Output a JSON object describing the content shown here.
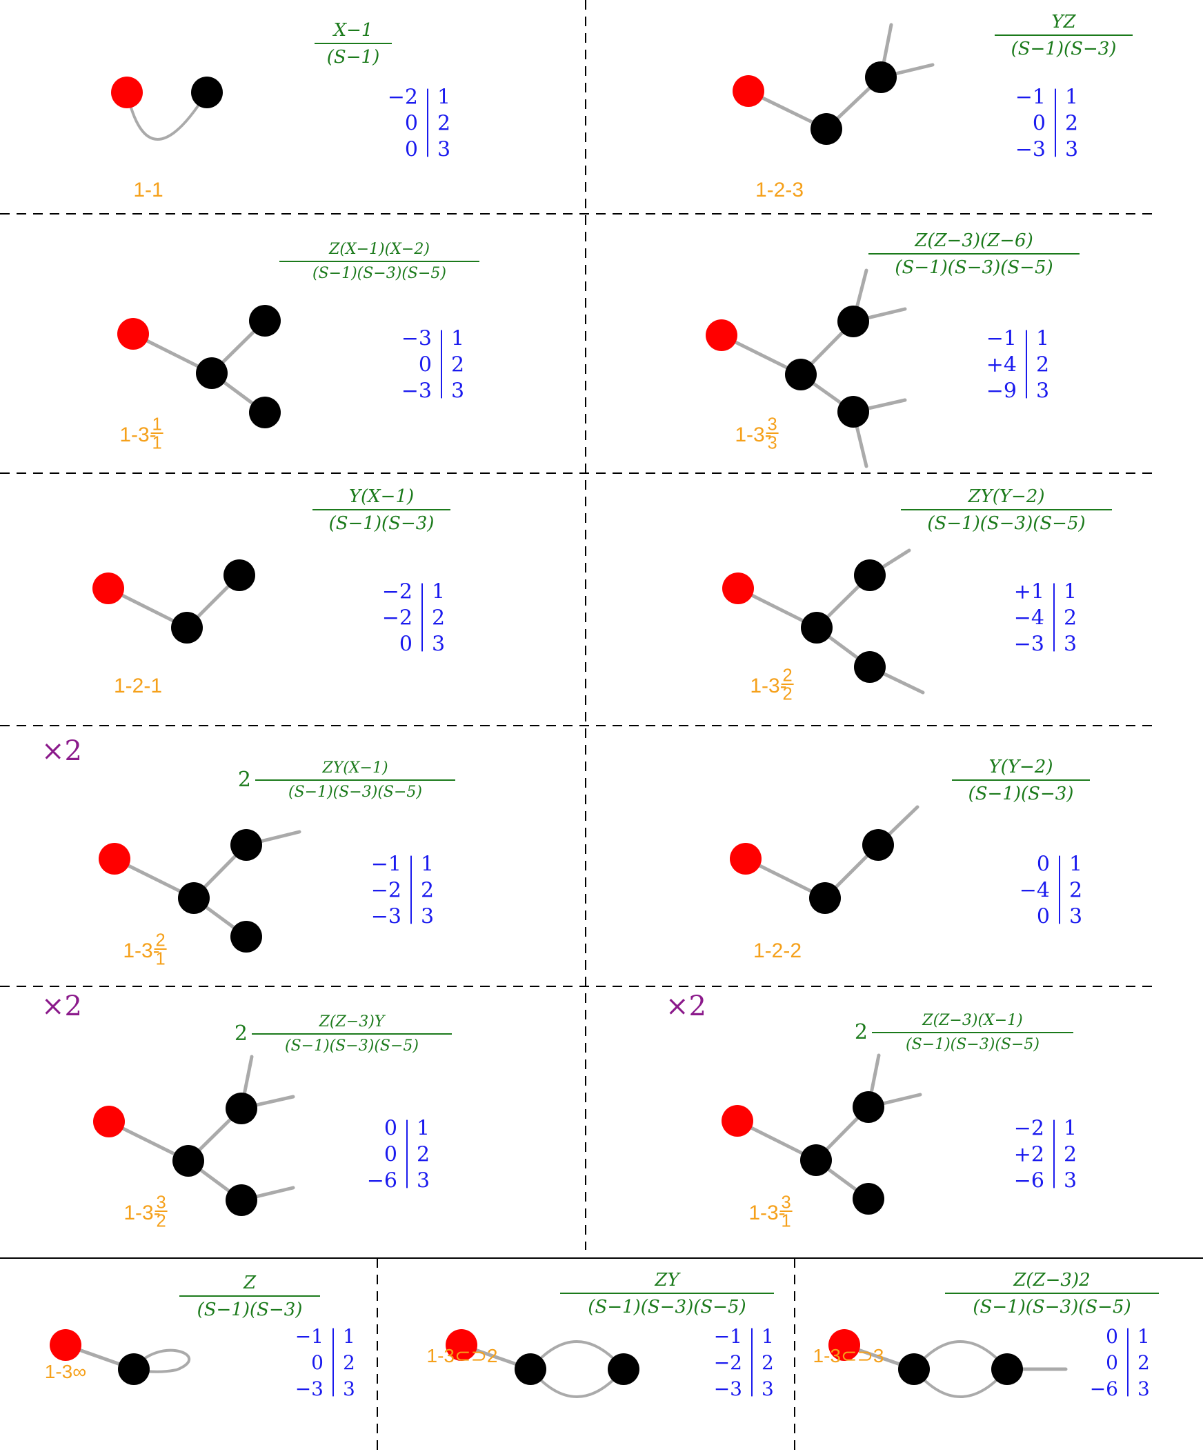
{
  "colors": {
    "formula": "#1b7a1b",
    "label": "#f5a01a",
    "table": "#1a1aee",
    "multiplier": "#8b1a8b",
    "edge": "#aaaaaa",
    "root": "#ff0000",
    "node": "#000000",
    "divider": "#000000"
  },
  "panels": [
    {
      "id": "1-1",
      "label": {
        "main": "1-1",
        "top": "",
        "bottom": ""
      },
      "multiplier": "",
      "formula": {
        "prefix": "",
        "num": "X−1",
        "den": "(S−1)"
      },
      "table": [
        [
          "−2",
          "1"
        ],
        [
          "0",
          "2"
        ],
        [
          "0",
          "3"
        ]
      ]
    },
    {
      "id": "1-2-3",
      "label": {
        "main": "1-2-3",
        "top": "",
        "bottom": ""
      },
      "multiplier": "",
      "formula": {
        "prefix": "",
        "num": "YZ",
        "den": "(S−1)(S−3)"
      },
      "table": [
        [
          "−1",
          "1"
        ],
        [
          "0",
          "2"
        ],
        [
          "−3",
          "3"
        ]
      ]
    },
    {
      "id": "1-3-1-1",
      "label": {
        "main": "1-3-",
        "top": "1",
        "bottom": "1"
      },
      "multiplier": "",
      "formula": {
        "prefix": "",
        "num": "Z(X−1)(X−2)",
        "den": "(S−1)(S−3)(S−5)"
      },
      "table": [
        [
          "−3",
          "1"
        ],
        [
          "0",
          "2"
        ],
        [
          "−3",
          "3"
        ]
      ]
    },
    {
      "id": "1-3-3-3",
      "label": {
        "main": "1-3-",
        "top": "3",
        "bottom": "3"
      },
      "multiplier": "",
      "formula": {
        "prefix": "",
        "num": "Z(Z−3)(Z−6)",
        "den": "(S−1)(S−3)(S−5)"
      },
      "table": [
        [
          "−1",
          "1"
        ],
        [
          "+4",
          "2"
        ],
        [
          "−9",
          "3"
        ]
      ]
    },
    {
      "id": "1-2-1",
      "label": {
        "main": "1-2-1",
        "top": "",
        "bottom": ""
      },
      "multiplier": "",
      "formula": {
        "prefix": "",
        "num": "Y(X−1)",
        "den": "(S−1)(S−3)"
      },
      "table": [
        [
          "−2",
          "1"
        ],
        [
          "−2",
          "2"
        ],
        [
          "0",
          "3"
        ]
      ]
    },
    {
      "id": "1-3-2-2",
      "label": {
        "main": "1-3-",
        "top": "2",
        "bottom": "2"
      },
      "multiplier": "",
      "formula": {
        "prefix": "",
        "num": "ZY(Y−2)",
        "den": "(S−1)(S−3)(S−5)"
      },
      "table": [
        [
          "+1",
          "1"
        ],
        [
          "−4",
          "2"
        ],
        [
          "−3",
          "3"
        ]
      ]
    },
    {
      "id": "1-3-2-1",
      "label": {
        "main": "1-3-",
        "top": "2",
        "bottom": "1"
      },
      "multiplier": "×2",
      "formula": {
        "prefix": "2",
        "num": "ZY(X−1)",
        "den": "(S−1)(S−3)(S−5)"
      },
      "table": [
        [
          "−1",
          "1"
        ],
        [
          "−2",
          "2"
        ],
        [
          "−3",
          "3"
        ]
      ]
    },
    {
      "id": "1-2-2",
      "label": {
        "main": "1-2-2",
        "top": "",
        "bottom": ""
      },
      "multiplier": "",
      "formula": {
        "prefix": "",
        "num": "Y(Y−2)",
        "den": "(S−1)(S−3)"
      },
      "table": [
        [
          "0",
          "1"
        ],
        [
          "−4",
          "2"
        ],
        [
          "0",
          "3"
        ]
      ]
    },
    {
      "id": "1-3-3-2",
      "label": {
        "main": "1-3-",
        "top": "3",
        "bottom": "2"
      },
      "multiplier": "×2",
      "formula": {
        "prefix": "2",
        "num": "Z(Z−3)Y",
        "den": "(S−1)(S−3)(S−5)"
      },
      "table": [
        [
          "0",
          "1"
        ],
        [
          "0",
          "2"
        ],
        [
          "−6",
          "3"
        ]
      ]
    },
    {
      "id": "1-3-3-1",
      "label": {
        "main": "1-3-",
        "top": "3",
        "bottom": "1"
      },
      "multiplier": "×2",
      "formula": {
        "prefix": "2",
        "num": "Z(Z−3)(X−1)",
        "den": "(S−1)(S−3)(S−5)"
      },
      "table": [
        [
          "−2",
          "1"
        ],
        [
          "+2",
          "2"
        ],
        [
          "−6",
          "3"
        ]
      ]
    },
    {
      "id": "1-3-loop",
      "label": {
        "main": "1-3∞",
        "top": "",
        "bottom": ""
      },
      "multiplier": "",
      "formula": {
        "prefix": "",
        "num": "Z",
        "den": "(S−1)(S−3)"
      },
      "table": [
        [
          "−1",
          "1"
        ],
        [
          "0",
          "2"
        ],
        [
          "−3",
          "3"
        ]
      ]
    },
    {
      "id": "1-3-loop-2",
      "label": {
        "main": "1-3⊂⊃2",
        "top": "",
        "bottom": ""
      },
      "multiplier": "",
      "formula": {
        "prefix": "",
        "num": "ZY",
        "den": "(S−1)(S−3)(S−5)"
      },
      "table": [
        [
          "−1",
          "1"
        ],
        [
          "−2",
          "2"
        ],
        [
          "−3",
          "3"
        ]
      ]
    },
    {
      "id": "1-3-loop-3",
      "label": {
        "main": "1-3⊂⊃3",
        "top": "",
        "bottom": ""
      },
      "multiplier": "",
      "formula": {
        "prefix": "",
        "num": "Z(Z−3)2",
        "den": "(S−1)(S−3)(S−5)"
      },
      "table": [
        [
          "0",
          "1"
        ],
        [
          "0",
          "2"
        ],
        [
          "−6",
          "3"
        ]
      ]
    }
  ]
}
